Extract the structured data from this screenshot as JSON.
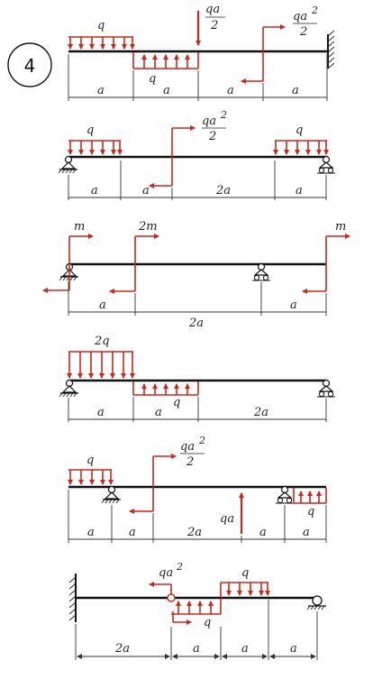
{
  "problem_number": "4",
  "labels": {
    "q": "q",
    "two_q": "2q",
    "m": "m",
    "two_m": "2m",
    "qa": "qa",
    "qa_sq": "qa",
    "sup2": "2",
    "over_two": "2",
    "a": "a",
    "two_a": "2a"
  },
  "colors": {
    "load": "#c8281e",
    "beam": "#111111"
  }
}
